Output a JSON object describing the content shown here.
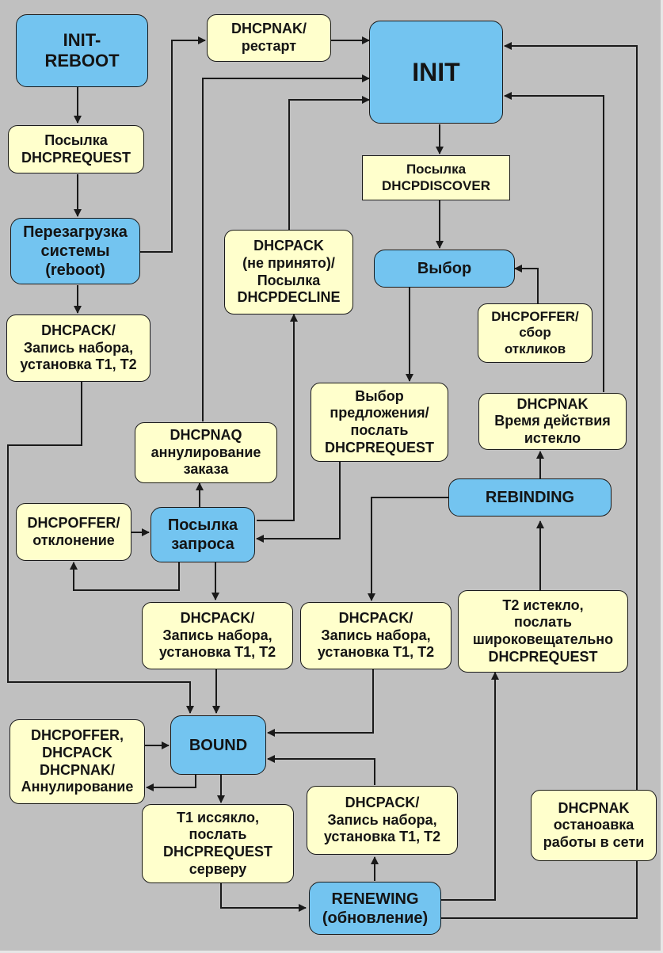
{
  "diagram": {
    "title": "DHCP client state diagram",
    "colors": {
      "background": "#c0c0c0",
      "state_fill": "#73c4f0",
      "event_fill": "#ffffcc",
      "stroke": "#1a1a1a"
    },
    "states": {
      "init_reboot": [
        "INIT-",
        "REBOOT"
      ],
      "init": [
        "INIT"
      ],
      "reboot": [
        "Перезагрузка",
        "системы",
        "(reboot)"
      ],
      "select": [
        "Выбор"
      ],
      "request": [
        "Посылка",
        "запроса"
      ],
      "rebinding": [
        "REBINDING"
      ],
      "bound": [
        "BOUND"
      ],
      "renewing": [
        "RENEWING",
        "(обновление)"
      ]
    },
    "events": {
      "send_request_reboot": [
        "Посылка",
        "DHCPREQUEST"
      ],
      "nak_restart": [
        "DHCPNAK/",
        "рестарт"
      ],
      "send_discover": [
        "Посылка",
        "DHCPDISCOVER"
      ],
      "ack_decline": [
        "DHCPACK",
        "(не принято)/",
        "Посылка",
        "DHCPDECLINE"
      ],
      "ack_reboot": [
        "DHCPACK/",
        "Запись набора,",
        "установка T1, T2"
      ],
      "offer_collect": [
        "DHCPOFFER/",
        "сбор",
        "откликов"
      ],
      "select_offer": [
        "Выбор",
        "предложения/",
        "послать",
        "DHCPREQUEST"
      ],
      "nak_expired": [
        "DHCPNAK",
        "Время действия",
        "истекло"
      ],
      "naq_cancel": [
        "DHCPNAQ",
        "аннулирование",
        "заказа"
      ],
      "offer_reject": [
        "DHCPOFFER/",
        "отклонение"
      ],
      "ack_request": [
        "DHCPACK/",
        "Запись набора,",
        "установка T1, T2"
      ],
      "ack_rebinding": [
        "DHCPACK/",
        "Запись набора,",
        "установка T1, T2"
      ],
      "t2_expired": [
        "T2 истекло,",
        "послать",
        "широковещательно",
        "DHCPREQUEST"
      ],
      "bound_ignore": [
        "DHCPOFFER,",
        "DHCPACK",
        "DHCPNAK/",
        "Аннулирование"
      ],
      "t1_expired": [
        "T1 иссякло,",
        "послать",
        "DHCPREQUEST",
        "серверу"
      ],
      "ack_renewing": [
        "DHCPACK/",
        "Запись набора,",
        "установка T1, T2"
      ],
      "nak_stop": [
        "DHCPNAK",
        "останоавка",
        "работы в сети"
      ]
    }
  }
}
